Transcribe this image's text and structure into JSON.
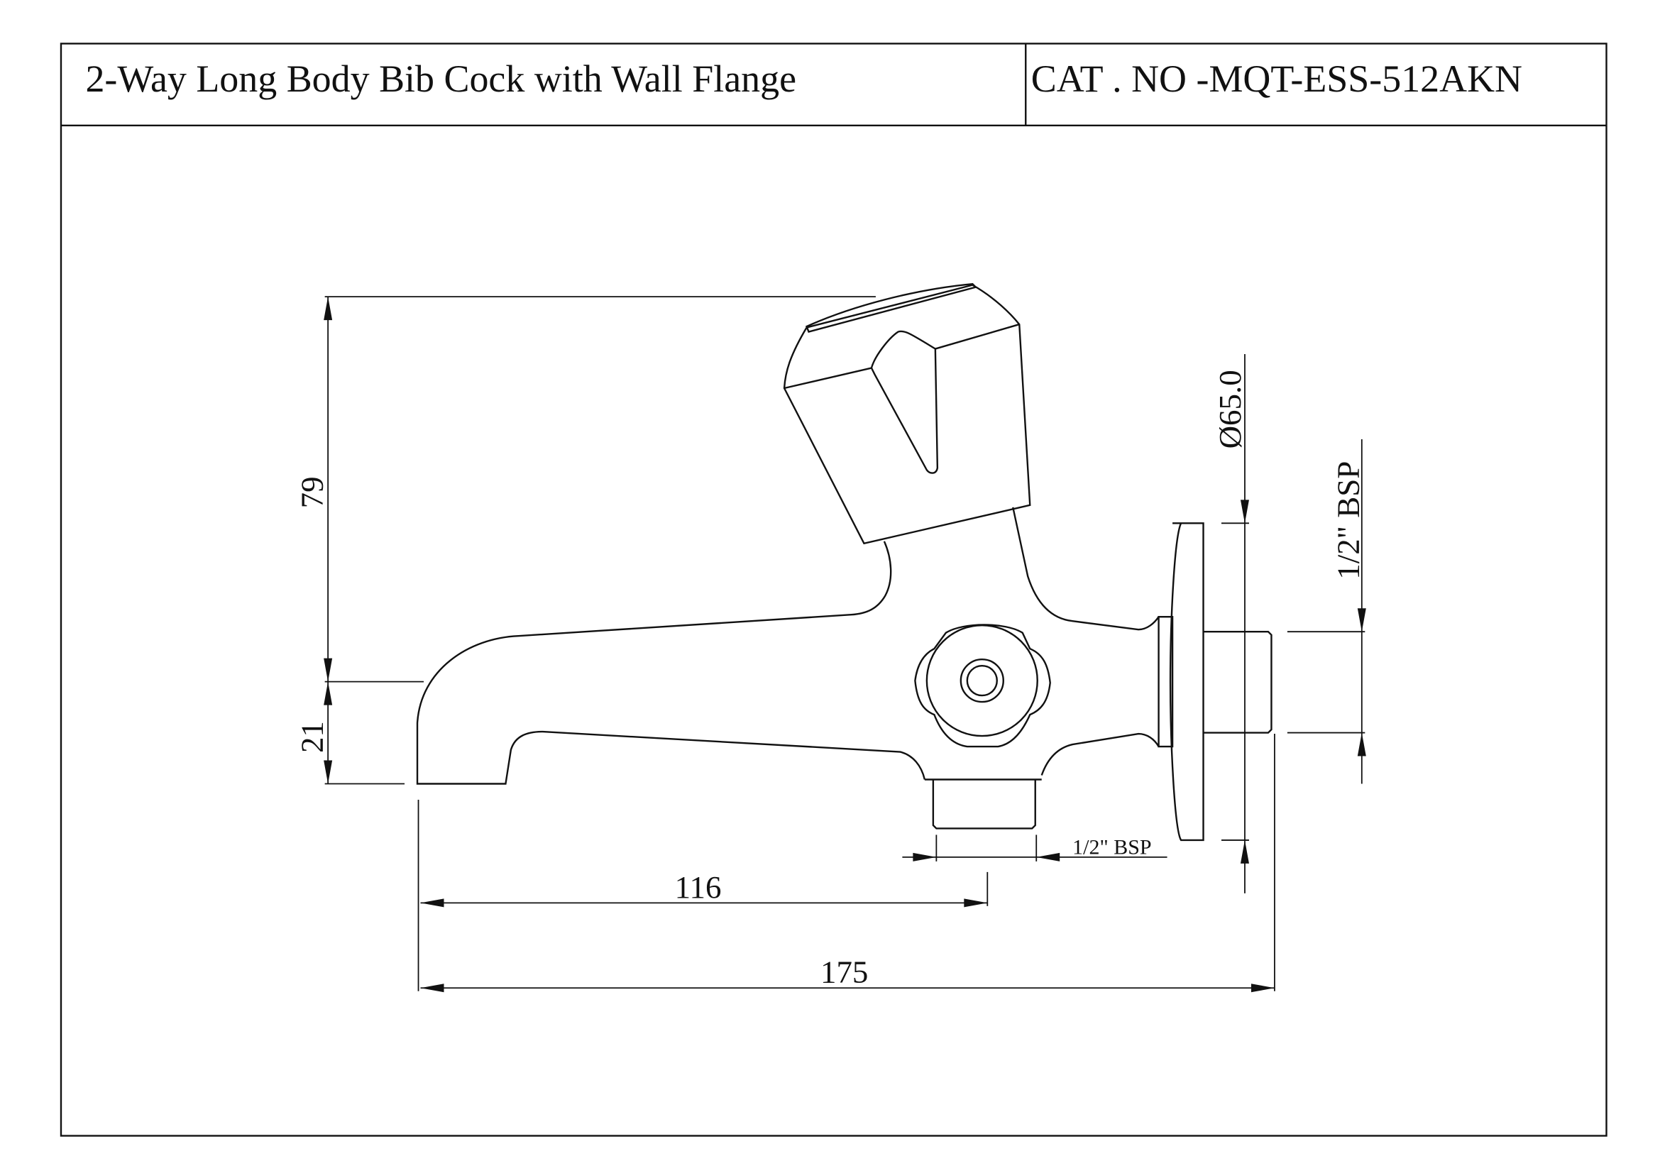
{
  "header": {
    "title": "2-Way Long Body Bib Cock with Wall Flange",
    "catalog_number": "CAT . NO -MQT-ESS-512AKN"
  },
  "dimensions": {
    "height_total": "79",
    "spout_height": "21",
    "spout_to_outlet": "116",
    "overall_length": "175",
    "flange_diameter": "Ø65.0",
    "inlet_thread": "1/2\" BSP",
    "outlet_thread": "1/2\" BSP"
  }
}
